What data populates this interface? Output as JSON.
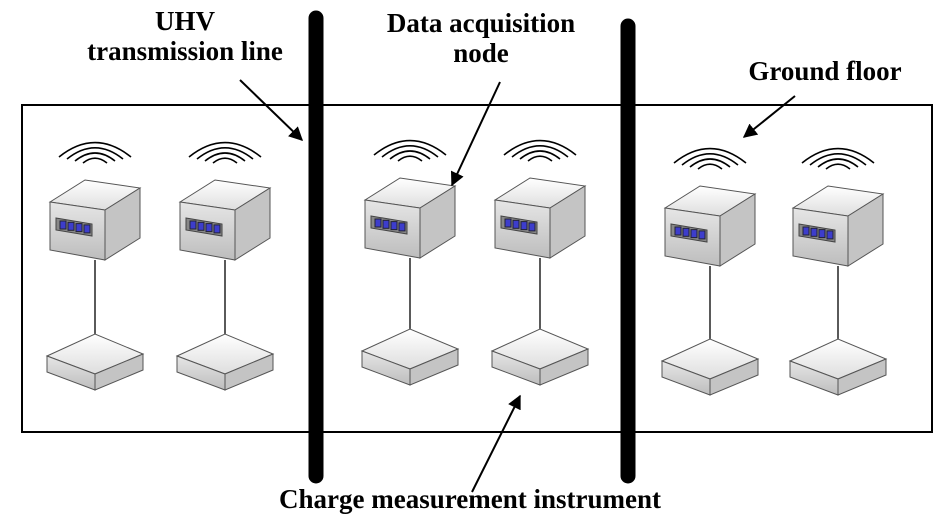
{
  "labels": {
    "uhv_line_1": "UHV",
    "uhv_line_2": "transmission line",
    "node_1": "Data acquisition",
    "node_2": "node",
    "ground_floor": "Ground floor",
    "instrument": "Charge measurement instrument"
  },
  "units": [
    {
      "id": "unit-1",
      "zone": 1
    },
    {
      "id": "unit-2",
      "zone": 1
    },
    {
      "id": "unit-3",
      "zone": 2
    },
    {
      "id": "unit-4",
      "zone": 2
    },
    {
      "id": "unit-5",
      "zone": 3
    },
    {
      "id": "unit-6",
      "zone": 3
    }
  ],
  "colors": {
    "line": "#000000",
    "device_top": "#f2f2f2",
    "device_front": "#d9d9d9",
    "device_side": "#c4c4c4",
    "led": "#3d3dcc"
  }
}
